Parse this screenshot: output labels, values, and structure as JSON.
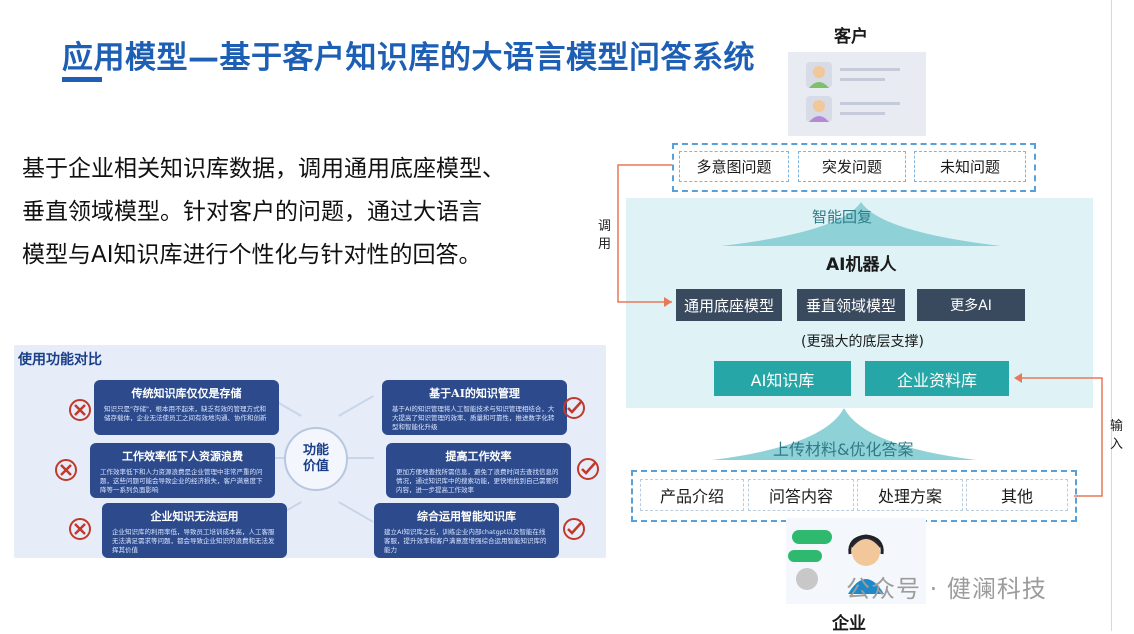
{
  "title": "应用模型—基于客户知识库的大语言模型问答系统",
  "body": [
    "基于企业相关知识库数据，调用通用底座模型、",
    "垂直领域模型。针对客户的问题，通过大语言",
    "模型与AI知识库进行个性化与针对性的回答。"
  ],
  "comparison": {
    "title": "使用功能对比",
    "center": [
      "功能",
      "价值"
    ],
    "left": [
      {
        "heading": "传统知识库仅仅是存储",
        "desc": "知识只是\"存储\"，根本用不起来，缺乏有效的管理方式和储存载体，企业无法使员工之间有效地沟通、协作和创新"
      },
      {
        "heading": "工作效率低下人资源浪费",
        "desc": "工作效率低下和人力资源浪费是企业管理中非常严重的问题，这些问题可能会导致企业的经济损失，客户满意度下降等一系列负面影响"
      },
      {
        "heading": "企业知识无法运用",
        "desc": "企业知识库的利用率低，导致员工培训成本高，人工客服无法满足需求等问题，都会导致企业知识的浪费和无法发挥其价值"
      }
    ],
    "right": [
      {
        "heading": "基于AI的知识管理",
        "desc": "基于AI的知识管理将人工智能技术与知识管理相结合，大大提高了知识管理的效率、质量和可靠性，推进数字化转型和智能化升级"
      },
      {
        "heading": "提高工作效率",
        "desc": "更加方便地查找所需信息，避免了浪费时间去查找信息的情况，通过知识库中的搜索功能，更快地找到自己需要的内容，进一步提高工作效率"
      },
      {
        "heading": "综合运用智能知识库",
        "desc": "建立AI知识库之后，训练企业内部chatgpt以及智能在线客服，提升效率和客户满意度增强综合运用智能知识库的能力"
      }
    ]
  },
  "diagram": {
    "customer": "客户",
    "enterprise": "企业",
    "questions": [
      "多意图问题",
      "突发问题",
      "未知问题"
    ],
    "call": "调用",
    "input": "输入",
    "smart_reply": "智能回复",
    "ai_robot": "AI机器人",
    "models": [
      "通用底座模型",
      "垂直领域模型",
      "更多AI"
    ],
    "support": "(更强大的底层支撑)",
    "knowledge": [
      "AI知识库",
      "企业资料库"
    ],
    "upload": "上传材料&优化答案",
    "inputs": [
      "产品介绍",
      "问答内容",
      "处理方案",
      "其他"
    ]
  },
  "watermark": "公众号 · 健澜科技",
  "colors": {
    "title": "#1c5fb4",
    "teal": "#26a6a6",
    "dark_model": "#3a4a5e",
    "card": "#2d4b8c",
    "zone": "#dff3f6"
  }
}
